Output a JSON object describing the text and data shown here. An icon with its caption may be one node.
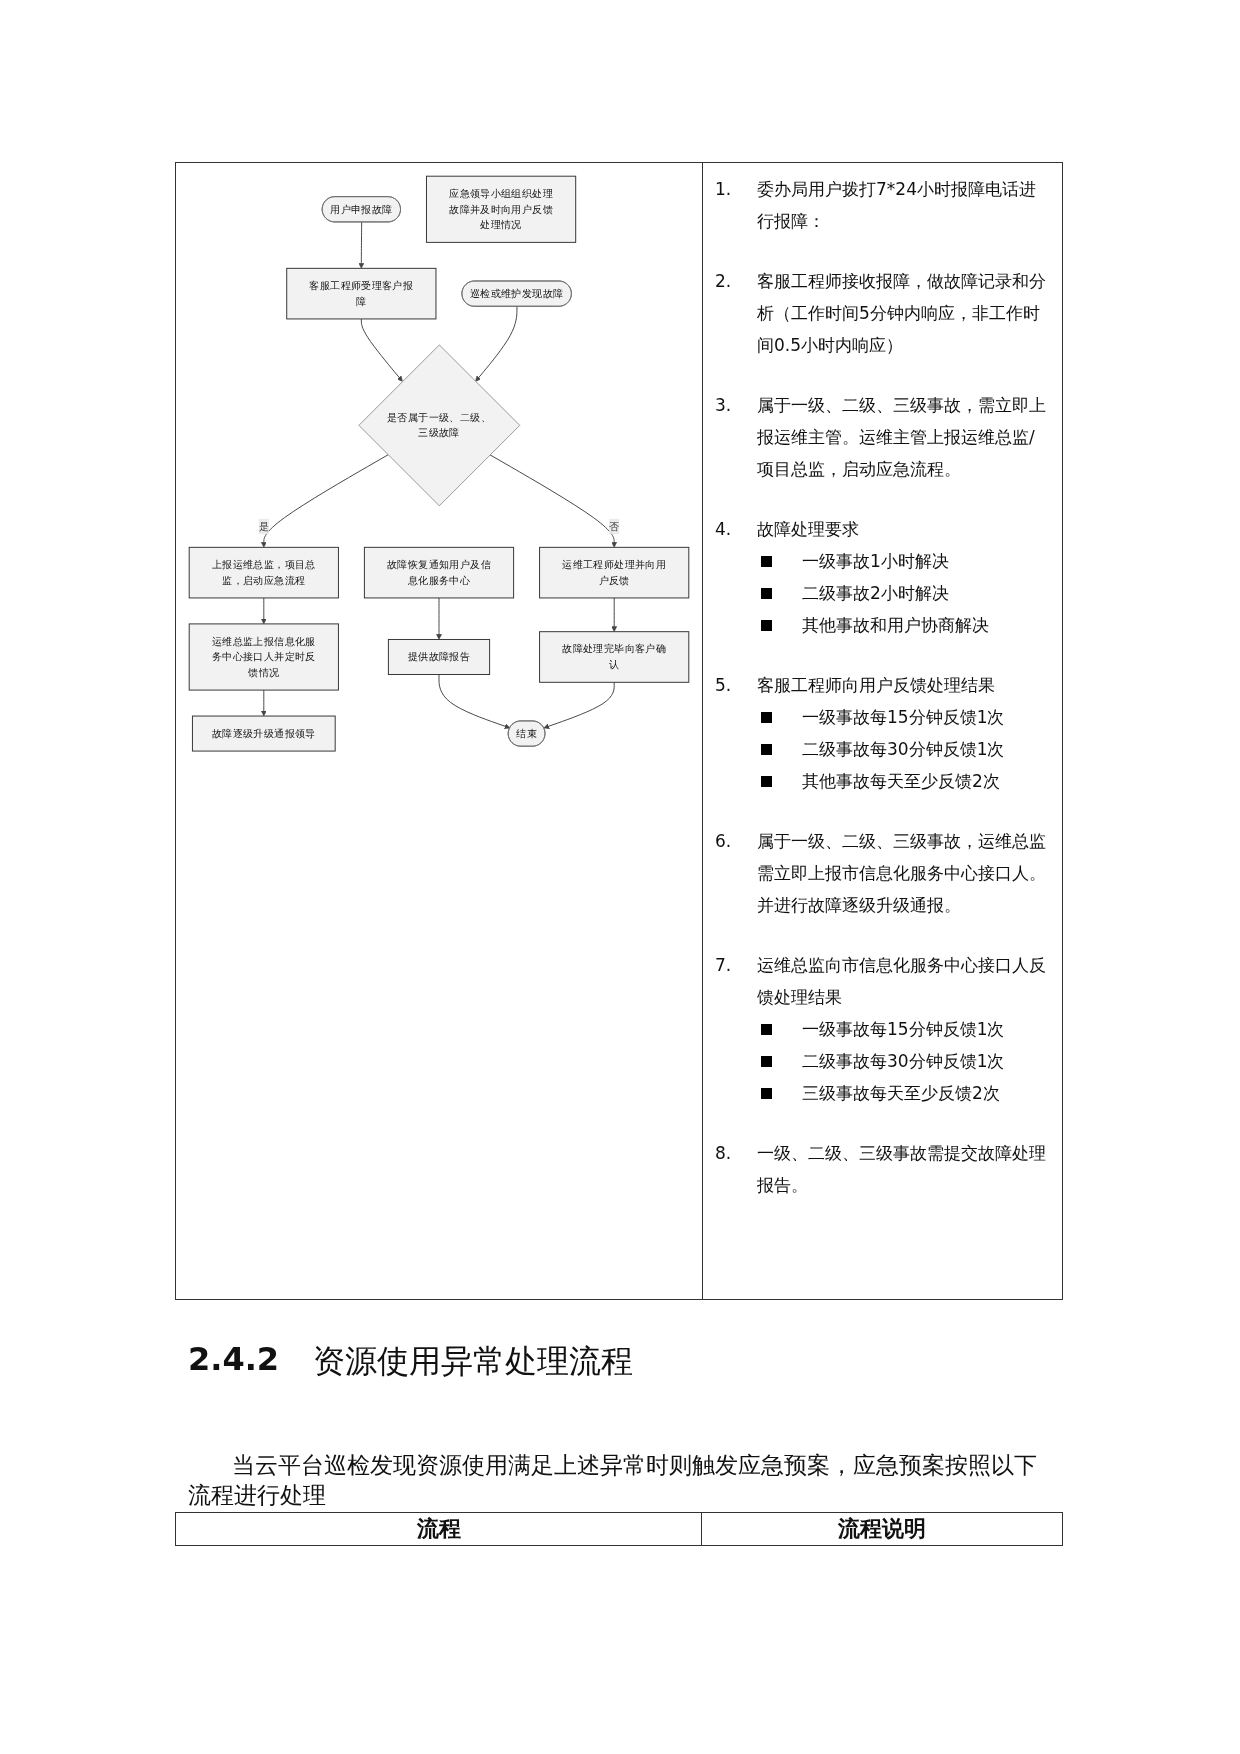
{
  "diagram": {
    "nodes": [
      {
        "text": [
          "用户申报故障"
        ]
      },
      {
        "text": [
          "巡检或维护发现故障"
        ]
      },
      {
        "text": [
          "客服工程师受理客户报障"
        ]
      },
      {
        "text": [
          "是否属于一级、二级、三级故障"
        ]
      },
      {
        "text": [
          "上报运维总监，项目总监，启动应急流程"
        ]
      },
      {
        "text": [
          "运维总监上报信息化服务中心接口人并定时反馈情况"
        ]
      },
      {
        "text": [
          "故障逐级升级通报领导"
        ]
      },
      {
        "text": [
          "应急领导小组组织处理故障并及时向用户反馈处理情况"
        ]
      },
      {
        "text": [
          "故障恢复通知用户及信息化服务中心"
        ]
      },
      {
        "text": [
          "提供故障报告"
        ]
      },
      {
        "text": [
          "运维工程师处理并向用户反馈"
        ]
      },
      {
        "text": [
          "故障处理完毕向客户确认"
        ]
      },
      {
        "text": [
          "结束"
        ]
      }
    ],
    "edges": [
      {
        "from": 0,
        "to": 2,
        "arrow": "to"
      },
      {
        "from": 2,
        "to": 3,
        "arrow": "to"
      },
      {
        "from": 1,
        "to": 3,
        "arrow": "to"
      },
      {
        "from": 3,
        "to": 4,
        "arrow": "to",
        "label": "是"
      },
      {
        "from": 3,
        "to": 10,
        "arrow": "to",
        "label": "否"
      },
      {
        "from": 4,
        "to": 5,
        "arrow": "to"
      },
      {
        "from": 5,
        "to": 6,
        "arrow": "to"
      },
      {
        "from": 8,
        "to": 9,
        "arrow": "to"
      },
      {
        "from": 10,
        "to": 11,
        "arrow": "to"
      },
      {
        "from": 9,
        "to": 12,
        "arrow": "to"
      },
      {
        "from": 11,
        "to": 12,
        "arrow": "to"
      }
    ],
    "labels": [
      "1.",
      "委办局用户拨打7*24小时报障电话进行报障：",
      "2.",
      "客服工程师接收报障，做故障记录和分析（工作时间5分钟内响应，非工作时间0.5小时内响应）",
      "3.",
      "属于一级、二级、三级事故，需立即上报运维主管。运维主管上报运维总监/项目总监，启动应急流程。",
      "4.",
      "故障处理要求",
      "一级事故1小时解决",
      "二级事故2小时解决",
      "其他事故和用户协商解决",
      "5.",
      "客服工程师向用户反馈处理结果",
      "一级事故每15分钟反馈1次",
      "二级事故每30分钟反馈1次",
      "其他事故每天至少反馈2次",
      "6.",
      "属于一级、二级、三级事故，运维总监需立即上报市信息化服务中心接口人。并进行故障逐级升级通报。",
      "7.",
      "运维总监向市信息化服务中心接口人反馈处理结果",
      "一级事故每15分钟反馈1次",
      "二级事故每30分钟反馈1次",
      "三级事故每天至少反馈2次",
      "8.",
      "一级、二级、三级事故需提交故障处理报告。",
      "2.4.2",
      "资源使用异常处理流程",
      "当云平台巡检发现资源使用满足上述异常时则触发应急预案，应急预案按照以下流程进行处理",
      "流程",
      "流程说明"
    ]
  }
}
